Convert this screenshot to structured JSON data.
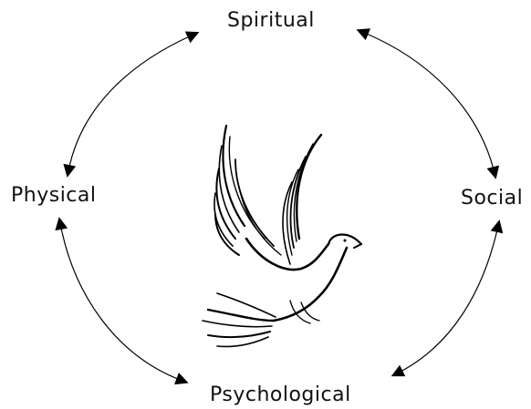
{
  "nodes": {
    "spiritual": "Spiritual",
    "physical": "Physical",
    "social": "Social",
    "psychological": "Psychological"
  },
  "connections": [
    {
      "from": "spiritual",
      "to": "physical",
      "arrows": "both"
    },
    {
      "from": "spiritual",
      "to": "social",
      "arrows": "both"
    },
    {
      "from": "physical",
      "to": "psychological",
      "arrows": "both"
    },
    {
      "from": "social",
      "to": "psychological",
      "arrows": "both"
    }
  ],
  "center_image": "dove-illustration",
  "colors": {
    "line": "#000000",
    "text": "#111111",
    "background": "#ffffff"
  }
}
